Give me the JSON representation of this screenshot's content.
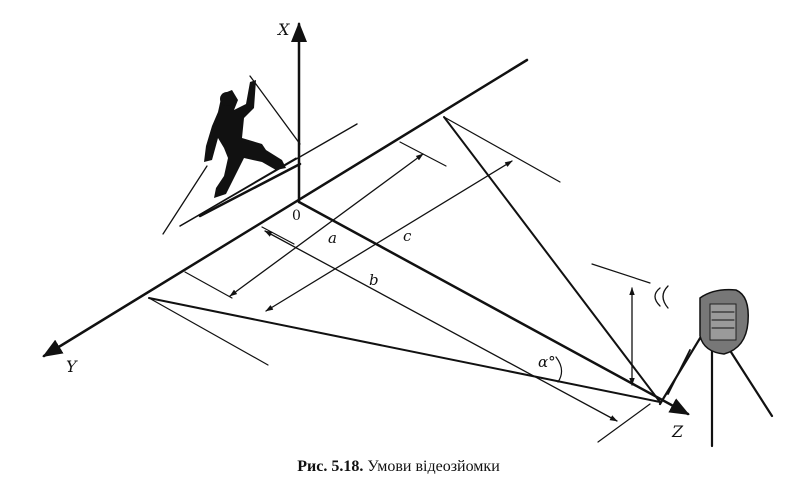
{
  "axes": {
    "x": "X",
    "y": "Y",
    "z": "Z"
  },
  "origin": "0",
  "segments": {
    "a": "a",
    "b": "b",
    "c": "c"
  },
  "angle": "α°",
  "caption": {
    "number": "Рис. 5.18.",
    "text": " Умови відеозйомки"
  },
  "icons": [
    "skier-icon",
    "video-camera-icon"
  ]
}
